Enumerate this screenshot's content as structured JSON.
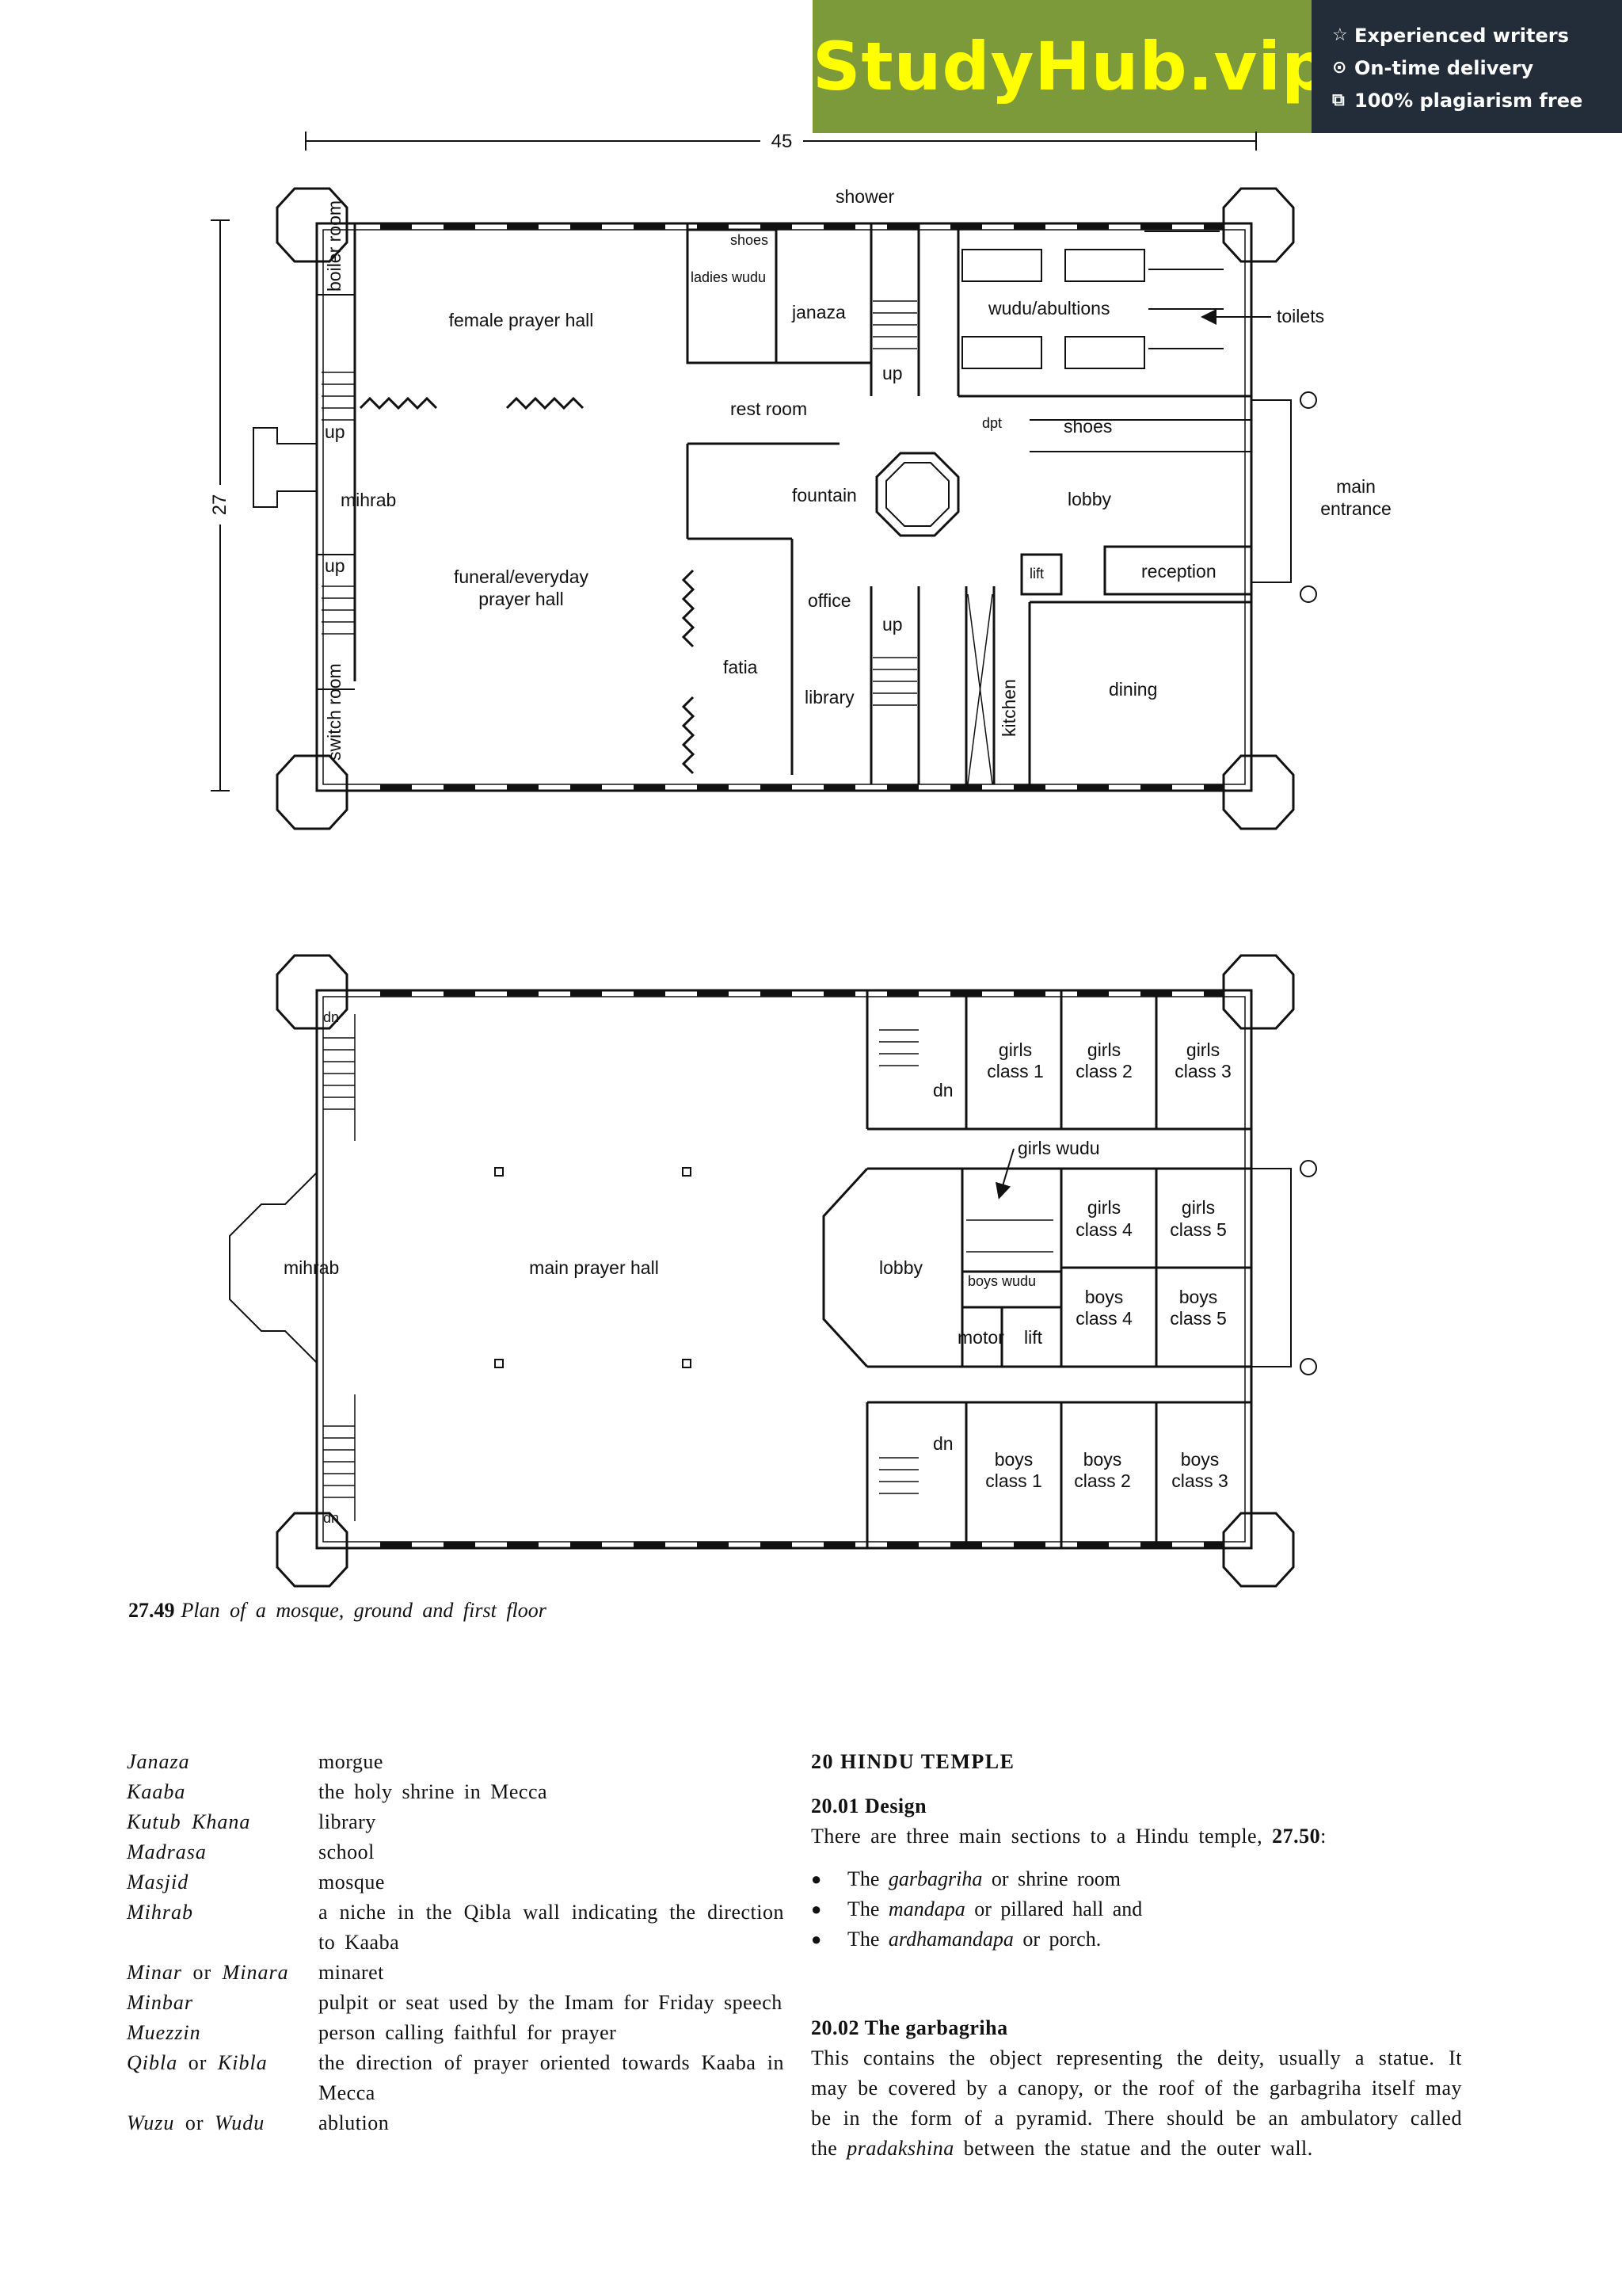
{
  "banner": {
    "brand": "StudyHub.vip",
    "perks": [
      {
        "icon": "star-icon",
        "symbol": "☆",
        "label": "Experienced writers"
      },
      {
        "icon": "clock-icon",
        "symbol": "⊙",
        "label": "On-time delivery"
      },
      {
        "icon": "copy-icon",
        "symbol": "⧉",
        "label": "100% plagiarism free"
      }
    ]
  },
  "plan": {
    "dimensions": {
      "width": "45",
      "depth": "27"
    },
    "ground_floor": {
      "female_prayer_hall": "female prayer hall",
      "funeral_hall_1": "funeral/everyday",
      "funeral_hall_2": "prayer hall",
      "mihrab": "mihrab",
      "boiler_room": "boiler room",
      "switch_room": "switch room",
      "up": "up",
      "shoes": "shoes",
      "ladies_wudu": "ladies wudu",
      "janaza": "janaza",
      "shower": "shower",
      "wudu": "wudu/abultions",
      "toilets": "toilets",
      "rest_room": "rest room",
      "fountain": "fountain",
      "dpt": "dpt",
      "lobby": "lobby",
      "main_1": "main",
      "main_2": "entrance",
      "reception": "reception",
      "lift": "lift",
      "office": "office",
      "library": "library",
      "kitchen": "kitchen",
      "dining": "dining",
      "fatia": "fatia"
    },
    "first_floor": {
      "main_prayer_hall": "main prayer hall",
      "mihrab": "mihrab",
      "dn": "dn",
      "lobby": "lobby",
      "girls": "girls",
      "boys": "boys",
      "class_1": "class 1",
      "class_2": "class 2",
      "class_3": "class 3",
      "class_4": "class 4",
      "class_5": "class 5",
      "girls_wudu": "girls wudu",
      "boys_wudu": "boys wudu",
      "motor": "motor",
      "lift": "lift"
    }
  },
  "caption": {
    "number": "27.49",
    "text": "Plan of a mosque, ground and first floor"
  },
  "glossary": [
    {
      "term": "Janaza",
      "definition": "morgue"
    },
    {
      "term": "Kaaba",
      "definition": "the holy shrine in Mecca"
    },
    {
      "term": "Kutub Khana",
      "definition": "library"
    },
    {
      "term": "Madrasa",
      "definition": "school"
    },
    {
      "term": "Masjid",
      "definition": "mosque"
    },
    {
      "term": "Mihrab",
      "definition": "a niche in the Qibla wall indicating the direction to Kaaba"
    },
    {
      "term": "Minar",
      "or": "or",
      "term2": "Minara",
      "definition": "minaret"
    },
    {
      "term": "Minbar",
      "definition": "pulpit or seat used by the Imam for Friday speech"
    },
    {
      "term": "Muezzin",
      "definition": "person calling faithful for prayer"
    },
    {
      "term": "Qibla",
      "or": "or",
      "term2": "Kibla",
      "definition": "the direction of prayer oriented towards Kaaba in Mecca"
    },
    {
      "term": "Wuzu",
      "or": "or",
      "term2": "Wudu",
      "definition": "ablution"
    }
  ],
  "hindu_temple": {
    "heading": "20 HINDU TEMPLE",
    "design_heading": "20.01 Design",
    "design_intro": "There are three main sections to a Hindu temple,",
    "design_ref": "27.50",
    "design_end": ":",
    "bullets": [
      {
        "pre": "The",
        "term": "garbagriha",
        "post": "or shrine room"
      },
      {
        "pre": "The",
        "term": "mandapa",
        "post": "or pillared hall and"
      },
      {
        "pre": "The",
        "term": "ardhamandapa",
        "post": "or porch."
      }
    ],
    "garbagriha_heading": "20.02 The garbagriha",
    "garbagriha_text_1": "This contains the object representing the deity, usually a statue. It may be covered by a canopy, or the roof of the garbagriha itself may be in the form of a pyramid. There should be an ambulatory called the",
    "garbagriha_term": "pradakshina",
    "garbagriha_text_2": "between the statue and the outer wall."
  }
}
